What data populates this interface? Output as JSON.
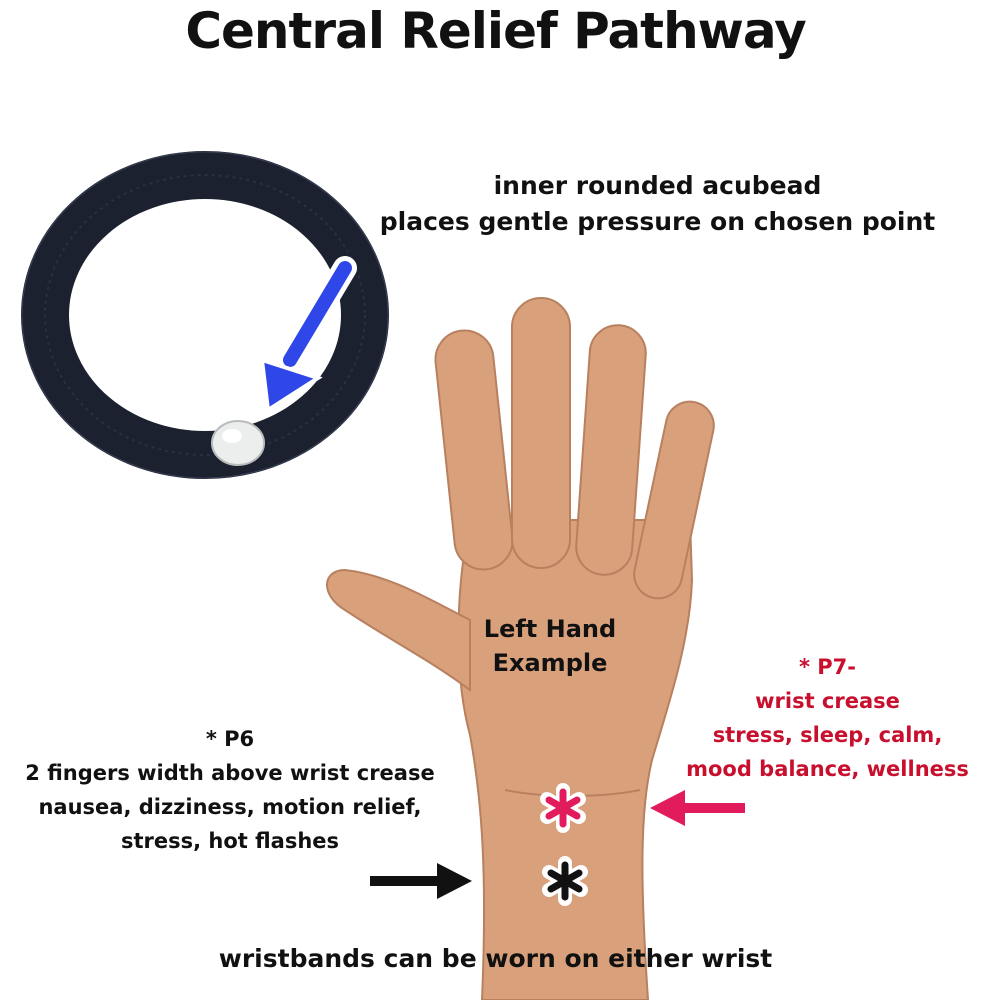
{
  "title": "Central Relief Pathway",
  "acubead": {
    "line1": "inner rounded acubead",
    "line2": "places gentle pressure on chosen point"
  },
  "hand_label": {
    "line1": "Left Hand",
    "line2": "Example"
  },
  "p7": {
    "heading": "* P7-",
    "line1": "wrist crease",
    "line2": "stress, sleep, calm,",
    "line3": "mood balance, wellness",
    "color": "#c8102e"
  },
  "p6": {
    "heading": "* P6",
    "line1": "2 fingers width above wrist crease",
    "line2": "nausea, dizziness, motion relief,",
    "line3": "stress, hot flashes"
  },
  "footer": "wristbands can be worn on either wrist",
  "colors": {
    "band": "#1c2130",
    "skin": "#d9a07c",
    "arrow_blue": "#2f47e8",
    "arrow_pink": "#e21c5c",
    "marker_black": "#111111"
  },
  "icons": [
    "wristband-image",
    "acubead-bead",
    "pointer-arrow-blue",
    "hand-image",
    "p7-asterisk-marker",
    "p6-asterisk-marker",
    "p7-arrow",
    "p6-arrow"
  ]
}
